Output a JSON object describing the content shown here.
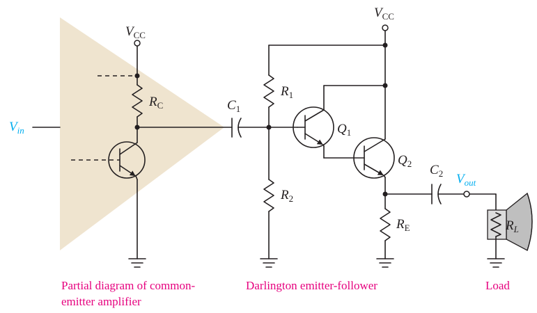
{
  "colors": {
    "wire": "#231f20",
    "amplifier_fill": "#efe4cf",
    "signal_label": "#00aeef",
    "caption": "#e6007e",
    "speaker_fill": "#bfbfbf"
  },
  "labels": {
    "vcc_amp": {
      "main": "V",
      "sub": "CC"
    },
    "vcc_main": {
      "main": "V",
      "sub": "CC"
    },
    "rc": {
      "main": "R",
      "sub": "C"
    },
    "r1": {
      "main": "R",
      "sub": "1"
    },
    "r2": {
      "main": "R",
      "sub": "2"
    },
    "re": {
      "main": "R",
      "sub": "E"
    },
    "rl": {
      "main": "R",
      "sub": "L"
    },
    "c1": {
      "main": "C",
      "sub": "1"
    },
    "c2": {
      "main": "C",
      "sub": "2"
    },
    "q1": {
      "main": "Q",
      "sub": "1"
    },
    "q2": {
      "main": "Q",
      "sub": "2"
    },
    "vin": {
      "main": "V",
      "sub": "in"
    },
    "vout": {
      "main": "V",
      "sub": "out"
    }
  },
  "captions": {
    "amplifier_line1": "Partial diagram of common-",
    "amplifier_line2": "emitter amplifier",
    "darlington": "Darlington emitter-follower",
    "load": "Load"
  }
}
